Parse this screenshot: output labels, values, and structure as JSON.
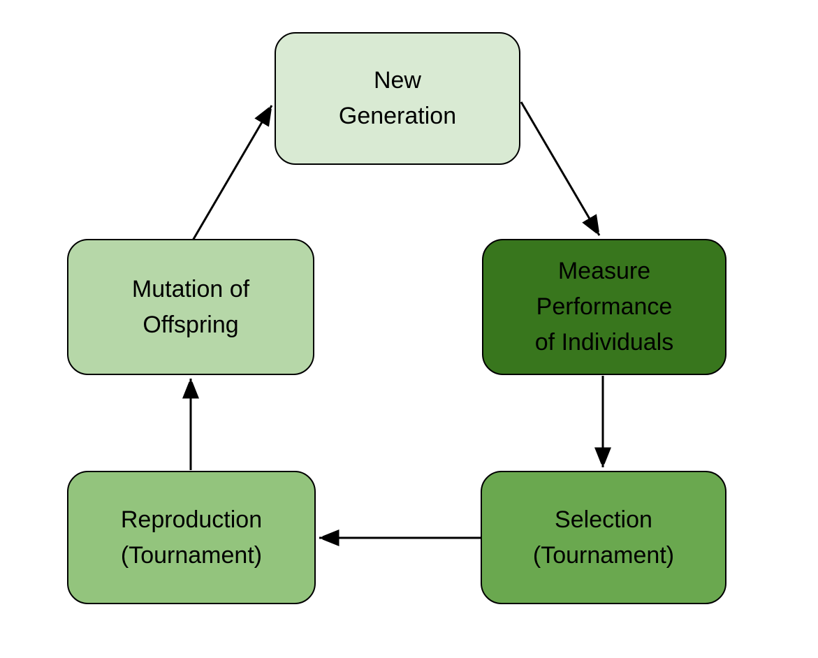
{
  "diagram": {
    "type": "cycle-flowchart",
    "background_color": "#ffffff",
    "border_color": "#000000",
    "text_color": "#000000",
    "arrow_color": "#000000"
  },
  "nodes": [
    {
      "id": "new-generation",
      "label": "New\nGeneration",
      "color": "#d9ead3",
      "position": "top-center"
    },
    {
      "id": "measure-performance",
      "label": "Measure\nPerformance\nof Individuals",
      "color": "#38761d",
      "position": "middle-right"
    },
    {
      "id": "selection",
      "label": "Selection\n(Tournament)",
      "color": "#6aa84f",
      "position": "bottom-right"
    },
    {
      "id": "reproduction",
      "label": "Reproduction\n(Tournament)",
      "color": "#93c47d",
      "position": "bottom-left"
    },
    {
      "id": "mutation-of-offspring",
      "label": "Mutation of\nOffspring",
      "color": "#b6d7a8",
      "position": "middle-left"
    }
  ],
  "edges": [
    {
      "from": "new-generation",
      "to": "measure-performance"
    },
    {
      "from": "measure-performance",
      "to": "selection"
    },
    {
      "from": "selection",
      "to": "reproduction"
    },
    {
      "from": "reproduction",
      "to": "mutation-of-offspring"
    },
    {
      "from": "mutation-of-offspring",
      "to": "new-generation"
    }
  ]
}
